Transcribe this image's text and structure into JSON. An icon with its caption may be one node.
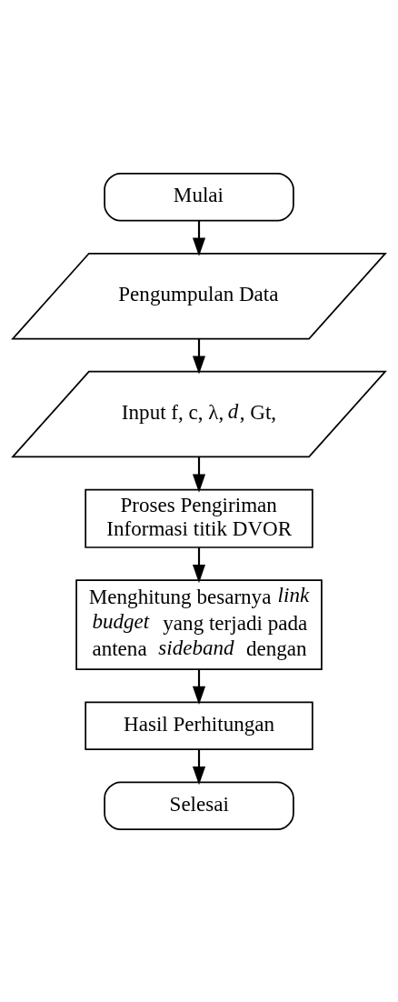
{
  "diagram": {
    "nodes": [
      {
        "text": [
          "Mulai"
        ]
      },
      {
        "text": [
          "Pengumpulan Data"
        ]
      },
      {
        "text": [
          "Input f, c, λ, *d*, Gt,"
        ]
      },
      {
        "text": [
          "Proses Pengiriman Informasi titik DVOR"
        ]
      },
      {
        "text": [
          "Menghitung besarnya *link budget* yang terjadi pada antena *sideband* dengan"
        ]
      },
      {
        "text": [
          "Hasil Perhitungan"
        ]
      },
      {
        "text": [
          "Selesai"
        ]
      }
    ],
    "edges": [
      {
        "from": 0,
        "to": 1,
        "arrow": "to"
      },
      {
        "from": 1,
        "to": 2,
        "arrow": "to"
      },
      {
        "from": 2,
        "to": 3,
        "arrow": "to"
      },
      {
        "from": 3,
        "to": 4,
        "arrow": "to"
      },
      {
        "from": 4,
        "to": 5,
        "arrow": "to"
      },
      {
        "from": 5,
        "to": 6,
        "arrow": "to"
      }
    ]
  }
}
